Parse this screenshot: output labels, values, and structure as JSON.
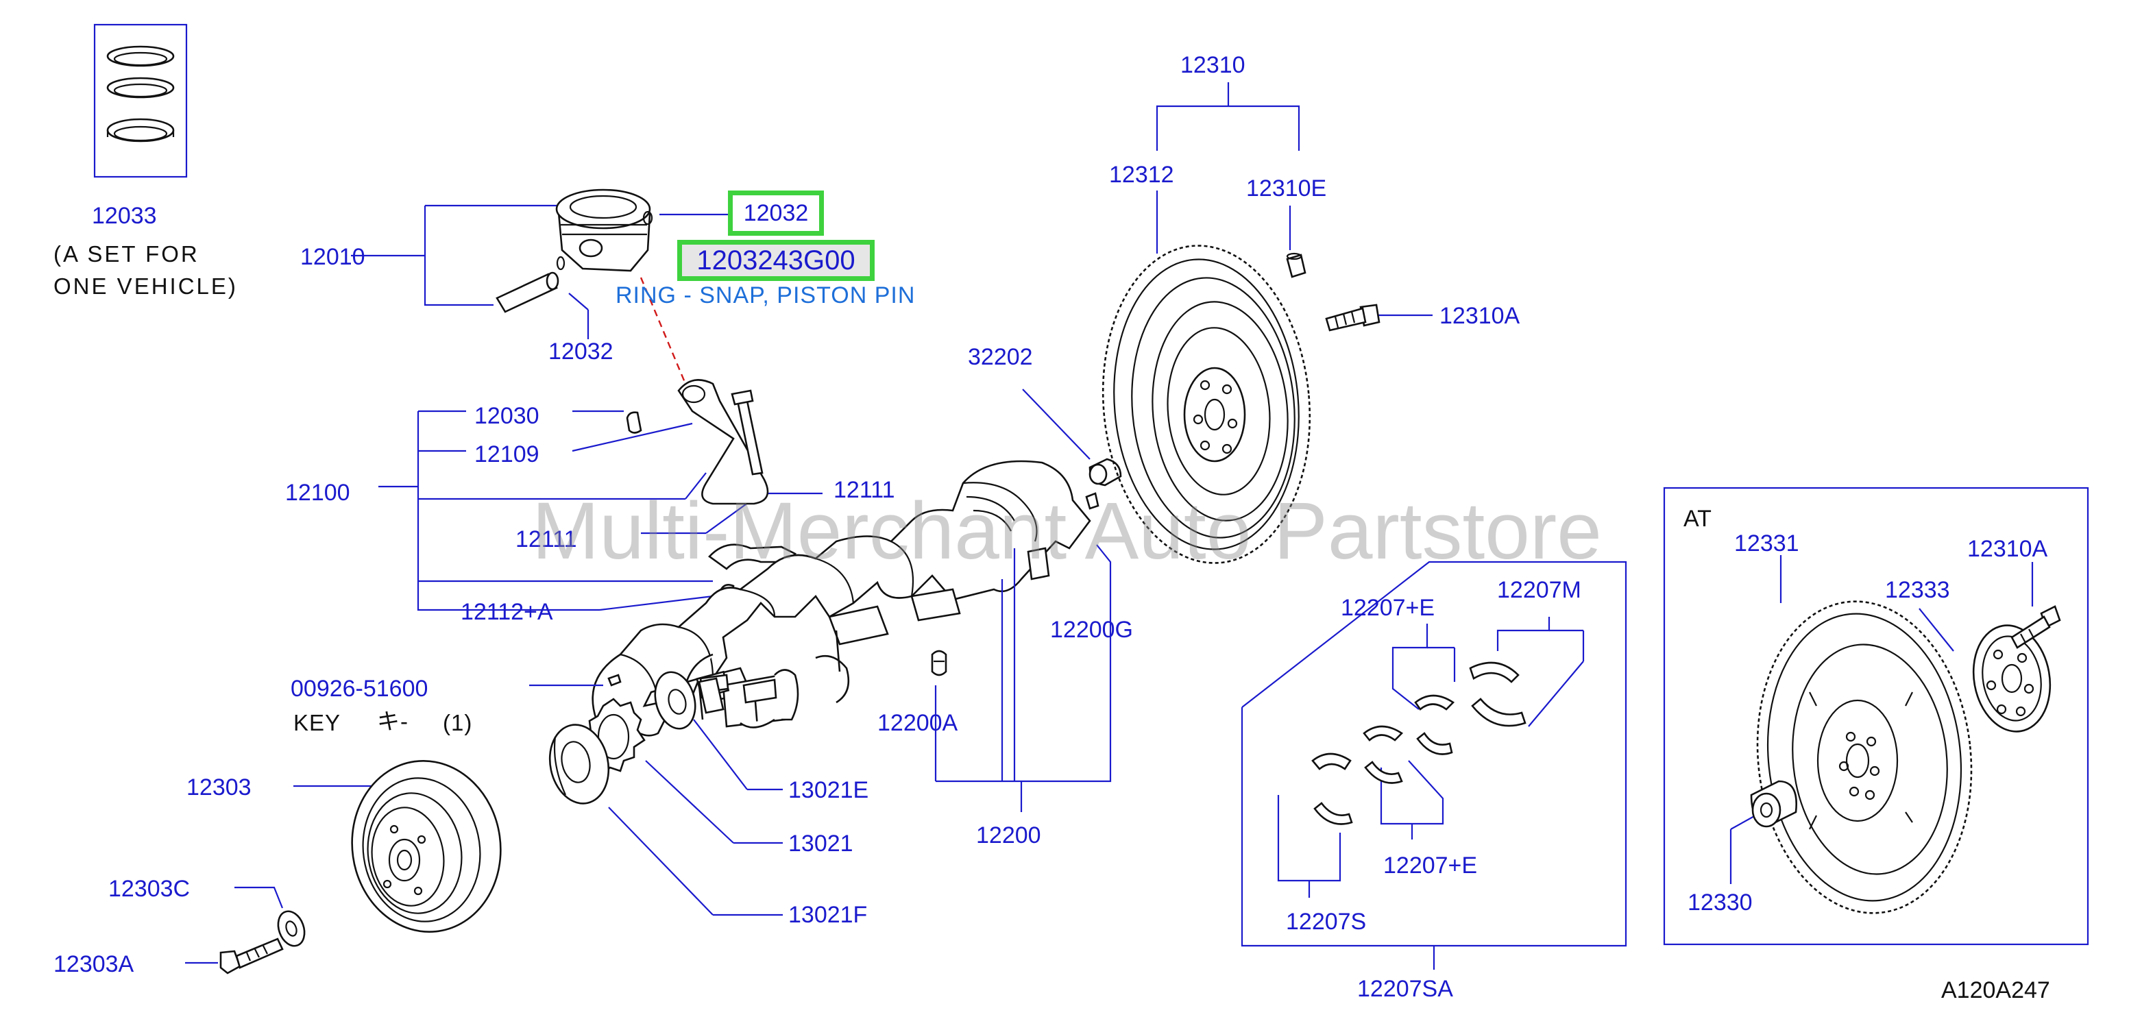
{
  "diagram_ref": "A120A247",
  "watermark": "Multi-Merchant Auto Partstore",
  "selected": {
    "part_number": "12032",
    "part_code": "1203243G00",
    "description": "RING - SNAP, PISTON PIN"
  },
  "callouts": {
    "c12033": "12033",
    "c12010": "12010",
    "c12032_b": "12032",
    "c12030": "12030",
    "c12109": "12109",
    "c12100": "12100",
    "c12111_a": "12111",
    "c12111_b": "12111",
    "c12112": "12112+A",
    "c00926": "00926-51600",
    "c12303": "12303",
    "c12303c": "12303C",
    "c12303a": "12303A",
    "c32202": "32202",
    "c12200g": "12200G",
    "c12200a": "12200A",
    "c12200": "12200",
    "c13021e": "13021E",
    "c13021": "13021",
    "c13021f": "13021F",
    "c12310": "12310",
    "c12312": "12312",
    "c12310e": "12310E",
    "c12310a": "12310A",
    "c12207e_top": "12207+E",
    "c12207m": "12207M",
    "c12207e_bot": "12207+E",
    "c12207s": "12207S",
    "c12207sa": "12207SA",
    "at_label": "AT",
    "c12331": "12331",
    "c12310a_at": "12310A",
    "c12333": "12333",
    "c12330": "12330"
  },
  "notes": {
    "set_note_line1": "(A  SET  FOR",
    "set_note_line2": "ONE  VEHICLE)",
    "key_label": "KEY",
    "key_jp": "キ-",
    "key_qty": "(1)"
  }
}
